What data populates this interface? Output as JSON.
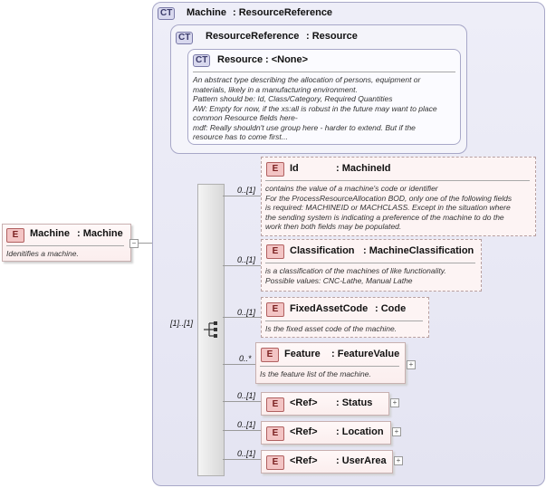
{
  "root": {
    "badge": "E",
    "name": "Machine",
    "type": ": Machine",
    "doc": "Idenitifies a machine.",
    "collapse": "−"
  },
  "ct_machine": {
    "badge": "CT",
    "name": "Machine",
    "type": ": ResourceReference"
  },
  "ct_resref": {
    "badge": "CT",
    "name": "ResourceReference",
    "type": ": Resource"
  },
  "ct_resource": {
    "badge": "CT",
    "name": "Resource",
    "type": ": <None>",
    "doc": [
      "An abstract type describing the allocation of persons, equipment or",
      "materials, likely in a manufacturing environment.",
      "Pattern should be: Id, Class/Category, Required Quantities",
      "AW: Empty for now, if the xs:all is robust in the future may want to place",
      "common Resource fields here-",
      "mdf: Really shouldn't use group here - harder to extend. But if the",
      "resource has to come first..."
    ]
  },
  "sequence": {
    "cardinality": "[1]..[1]"
  },
  "children": [
    {
      "card": "0..[1]",
      "badge": "E",
      "name": "Id",
      "type": ": MachineId",
      "doc": [
        "contains the value of a machine's code or identifier",
        "For the ProcessResourceAllocation BOD, only one of the following fields",
        "is required: MACHINEID or MACHCLASS.  Except in the situation where",
        "the sending system is indicating a preference of the machine to do the",
        "work then both fields may be populated."
      ]
    },
    {
      "card": "0..[1]",
      "badge": "E",
      "name": "Classification",
      "type": ": MachineClassification",
      "doc": [
        "is a classification of the machines of like functionality.",
        "Possible values: CNC-Lathe, Manual Lathe"
      ]
    },
    {
      "card": "0..[1]",
      "badge": "E",
      "name": "FixedAssetCode",
      "type": ": Code",
      "doc": [
        "Is the fixed asset code of the machine."
      ]
    },
    {
      "card": "0..*",
      "badge": "E",
      "name": "Feature",
      "type": ": FeatureValue",
      "doc": [
        "Is the feature list of the machine."
      ],
      "expand": "+"
    },
    {
      "card": "0..[1]",
      "badge": "E",
      "name": "<Ref>",
      "type": ": Status",
      "expand": "+"
    },
    {
      "card": "0..[1]",
      "badge": "E",
      "name": "<Ref>",
      "type": ": Location",
      "expand": "+"
    },
    {
      "card": "0..[1]",
      "badge": "E",
      "name": "<Ref>",
      "type": ": UserArea",
      "expand": "+"
    }
  ]
}
